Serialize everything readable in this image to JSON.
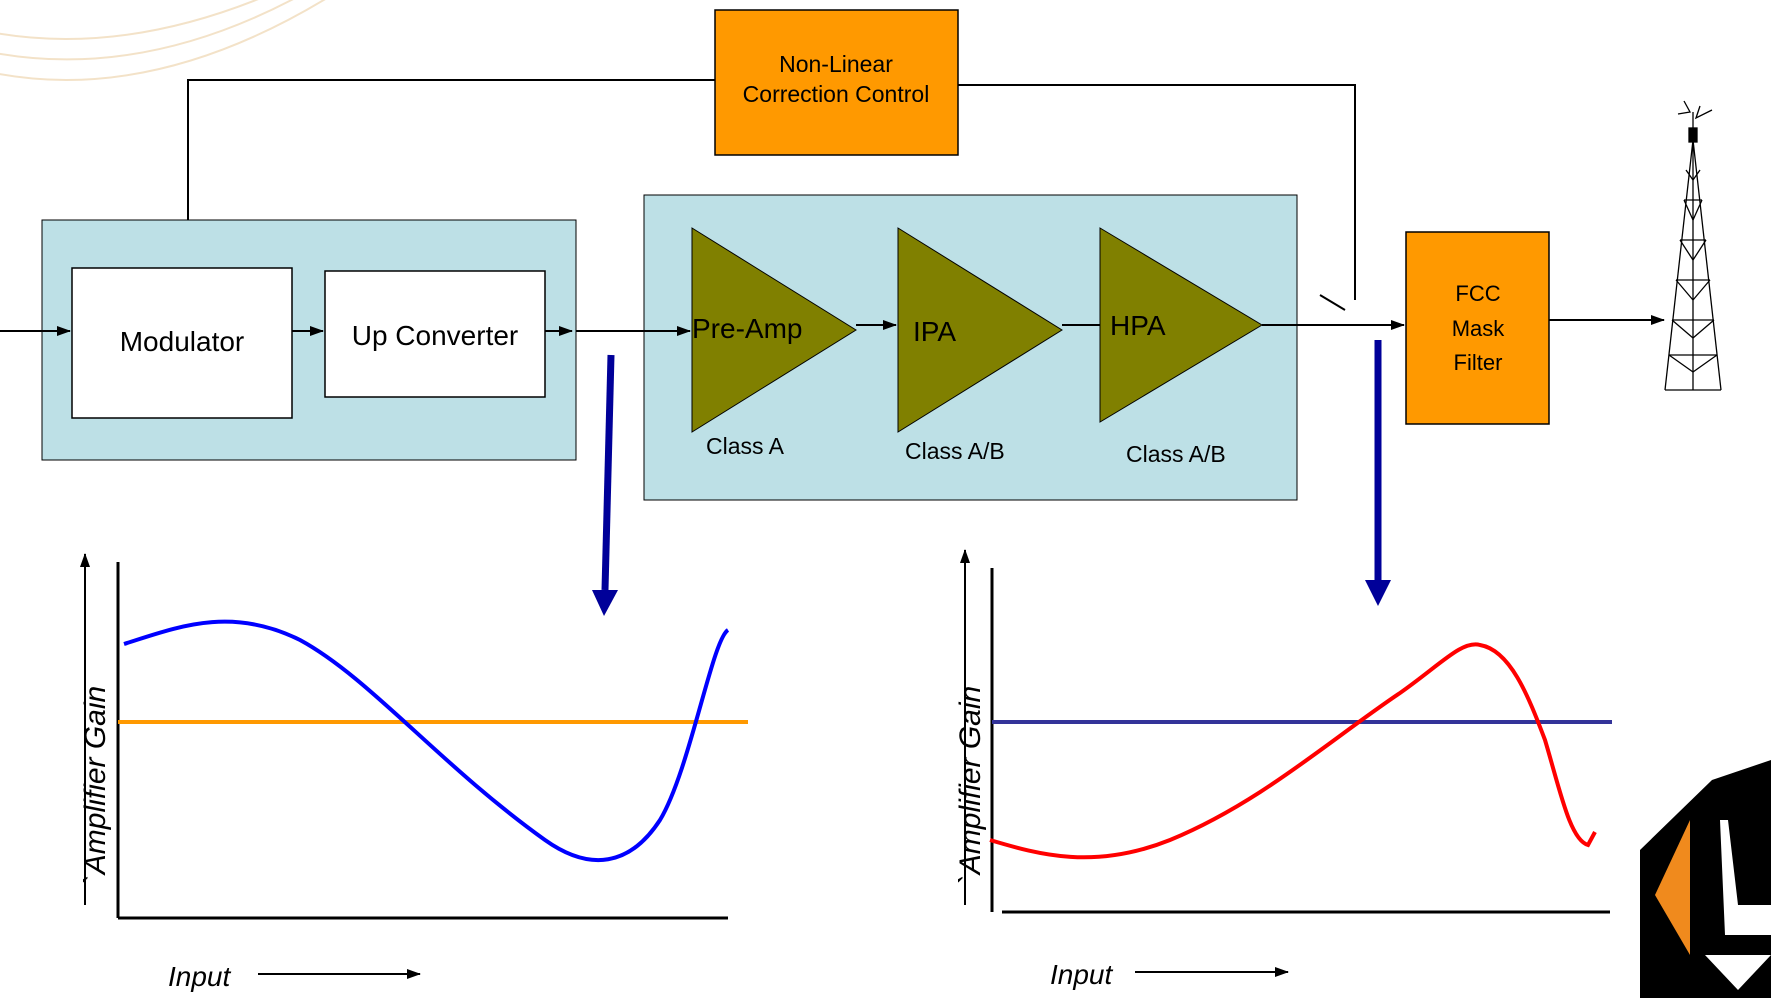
{
  "blocks": {
    "nlcc": {
      "line1": "Non-Linear",
      "line2": "Correction Control",
      "color": "#FF9900"
    },
    "modulator": "Modulator",
    "up_converter": "Up Converter",
    "fcc": {
      "line1": "FCC",
      "line2": "Mask",
      "line3": "Filter",
      "color": "#FF9900"
    },
    "panel_color": "#BDE0E6"
  },
  "amplifiers": [
    {
      "label": "Pre-Amp",
      "class_label": "Class A"
    },
    {
      "label": "IPA",
      "class_label": "Class A/B"
    },
    {
      "label": "HPA",
      "class_label": "Class A/B"
    }
  ],
  "amp_color": "#808000",
  "pointer_arrow_color": "#000099",
  "graphs": [
    {
      "y_label": "`Amplifier Gain",
      "x_label": "Input",
      "curve_color": "#0000FF",
      "reference_color": "#FF9900"
    },
    {
      "y_label": "`Amplifier Gain",
      "x_label": "Input",
      "curve_color": "#FF0000",
      "reference_color": "#333399"
    }
  ],
  "icons": {
    "antenna": "radio-tower-icon",
    "logo": "company-logo"
  }
}
